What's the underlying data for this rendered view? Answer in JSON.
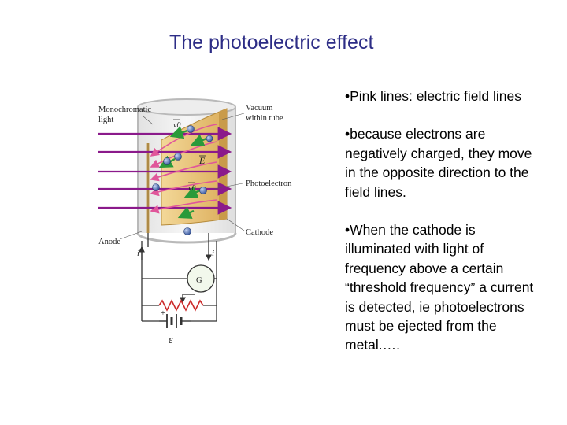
{
  "title": "The photoelectric effect",
  "bullets": [
    "•Pink lines: electric field lines",
    "•because electrons are negatively charged, they move in the opposite direction to the field lines.",
    "•When the cathode is illuminated with light of frequency above a certain “threshold frequency” a current is detected, ie photoelectrons must be ejected from the metal.…."
  ],
  "diagram": {
    "labels": {
      "monochromatic": "Monochromatic",
      "light": "light",
      "vacuum": "Vacuum",
      "within_tube": "within tube",
      "photoelectron": "Photoelectron",
      "cathode": "Cathode",
      "anode": "Anode",
      "field": "E",
      "v0_top": "v0",
      "v0_mid": "v0",
      "current_left": "i",
      "current_right": "i",
      "galvanometer": "G",
      "emf": "ε",
      "plus": "+"
    },
    "colors": {
      "light_rays": "#8b1a8b",
      "field_lines": "#e0569a",
      "cathode": "#e8c27a",
      "electron": "#3a5aa0",
      "velocity_arrow": "#2a9a3a",
      "resistor": "#cc2a2a"
    }
  }
}
